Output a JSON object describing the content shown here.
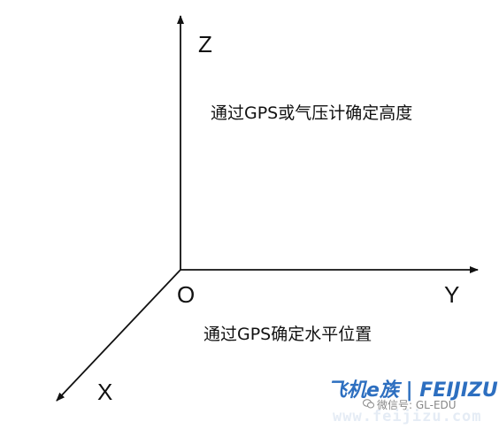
{
  "axes": {
    "z_label": "Z",
    "y_label": "Y",
    "x_label": "X",
    "origin_label": "O"
  },
  "annotations": {
    "altitude": "通过GPS或气压计确定高度",
    "horizontal": "通过GPS确定水平位置"
  },
  "watermark": {
    "brand": "飞机e族 | FEIJIZU",
    "wechat": "微信号: GL-EDU",
    "site": "www.feijizu.com"
  },
  "colors": {
    "axis": "#111111",
    "brand": "#2d6fc0"
  }
}
